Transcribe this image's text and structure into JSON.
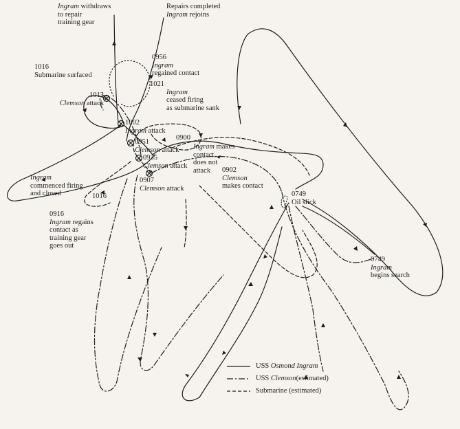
{
  "colors": {
    "ink": "#1c1c1c",
    "paper": "#f6f3ee"
  },
  "legend": {
    "ingram": {
      "pre": "USS ",
      "italic": "Osmond Ingram",
      "post": ""
    },
    "clemson": {
      "pre": "USS ",
      "italic": "Clemson",
      "post": " (estimated)"
    },
    "submarine": {
      "pre": "Submarine (estimated)",
      "italic": "",
      "post": ""
    }
  },
  "labels": {
    "ingram_withdraws": {
      "l1_i": "Ingram",
      "l1": " withdraws",
      "l2": "to repair",
      "l3": "training gear"
    },
    "repairs": {
      "l1": "Repairs completed",
      "l2_i": "Ingram",
      "l2": " rejoins"
    },
    "sub_surfaced": {
      "l1": "1016",
      "l2": "Submarine surfaced"
    },
    "t0956": {
      "l1": "0956",
      "l2_i": "Ingram",
      "l3": "regained contact"
    },
    "t1013": {
      "l1": "1013",
      "l2_i": "Clemson",
      "l2": " attack"
    },
    "t1021": {
      "l1": "1021",
      "l2_i": "Ingram",
      "l3": "ceased firing",
      "l4": "as submarine sank"
    },
    "t1002": {
      "l1": "1002",
      "l2_i": "Ingram",
      "l2": " attack"
    },
    "t0951": {
      "l1": "0951",
      "l2_i": "Clemson",
      "l2": " attack"
    },
    "t0900": {
      "l1": "0900"
    },
    "ingram_makes": {
      "l1_i": "Ingram",
      "l1": " makes",
      "l2": "contact,",
      "l3": "does not",
      "l4": "attack"
    },
    "t0935": {
      "l1": "0935",
      "l2_i": "Clemson",
      "l2": " attack"
    },
    "t0907": {
      "l1": "0907",
      "l2_i": "Clemson",
      "l2": " attack"
    },
    "t0902": {
      "l1": "0902",
      "l2_i": "Clemson",
      "l3": "makes contact"
    },
    "commenced": {
      "l1_i": "Ingram",
      "l2": "commenced firing",
      "l3": "and closed"
    },
    "t1016b": {
      "l1": "1016"
    },
    "t0916": {
      "l1": "0916",
      "l2_i": "Ingram",
      "l2": " regains",
      "l3": "contact as",
      "l4": "training gear",
      "l5": "goes out"
    },
    "oil": {
      "l1": "0749",
      "l2": "Oil slick"
    },
    "begins": {
      "l1": "0749",
      "l2_i": "Ingram",
      "l3": "begins search"
    }
  }
}
